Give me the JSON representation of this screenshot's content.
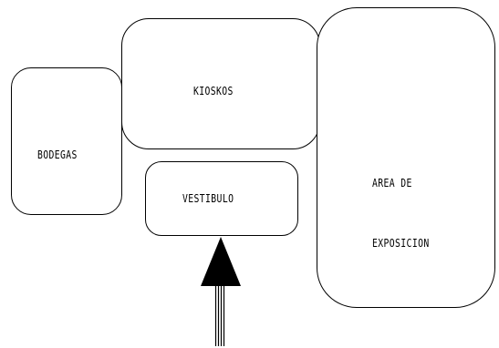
{
  "rooms": {
    "bodegas": {
      "label": "BODEGAS"
    },
    "kioskos": {
      "label": "KIOSKOS"
    },
    "area_exposicion": {
      "label_line1": "AREA DE",
      "label_line2": "EXPOSICION"
    },
    "vestibulo": {
      "label": "VESTIBULO"
    }
  },
  "entrance": {
    "icon": "entrance-arrow-icon"
  },
  "colors": {
    "stroke": "#000000",
    "background": "#ffffff"
  }
}
